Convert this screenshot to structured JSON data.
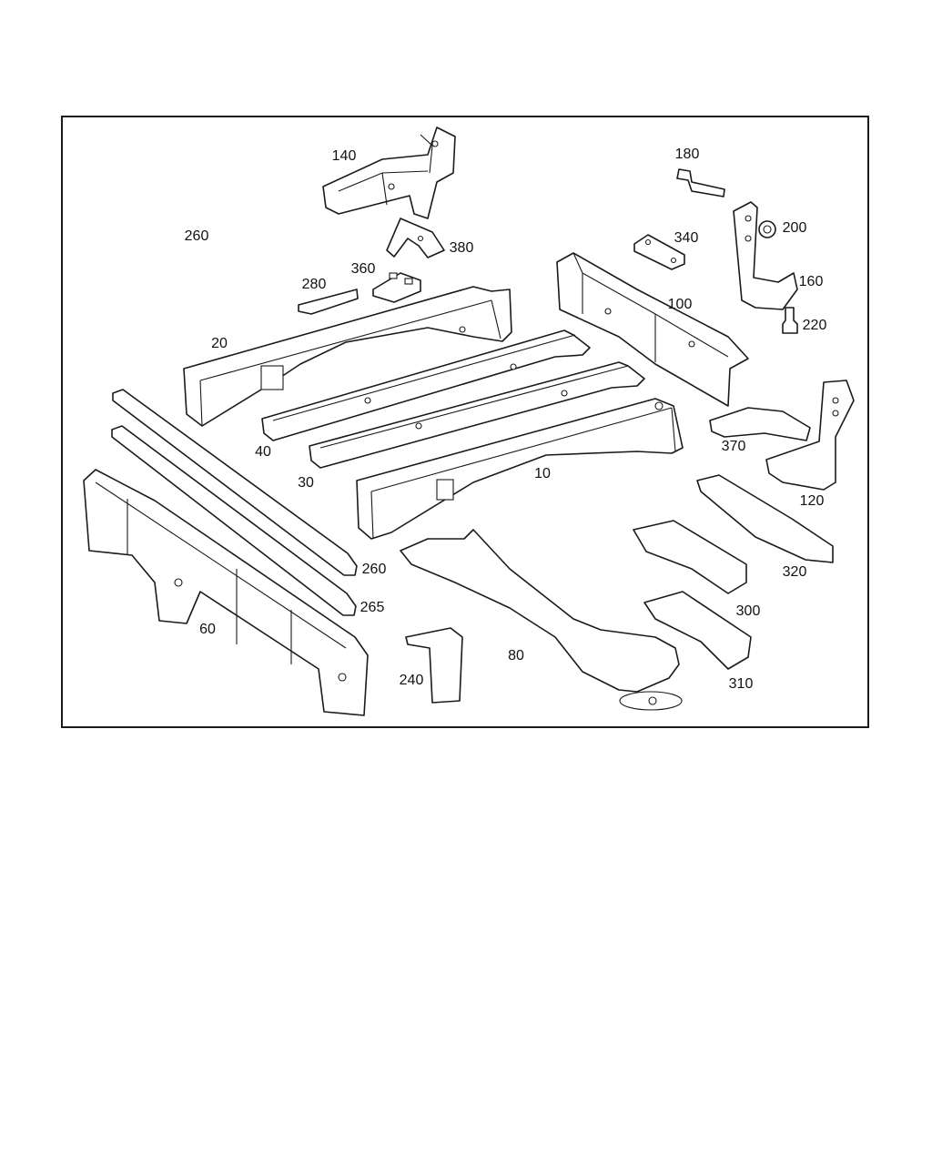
{
  "diagram": {
    "callouts": [
      {
        "id": "140",
        "text": "140"
      },
      {
        "id": "180",
        "text": "180"
      },
      {
        "id": "260a",
        "text": "260"
      },
      {
        "id": "200",
        "text": "200"
      },
      {
        "id": "380",
        "text": "380"
      },
      {
        "id": "340",
        "text": "340"
      },
      {
        "id": "360",
        "text": "360"
      },
      {
        "id": "160",
        "text": "160"
      },
      {
        "id": "280",
        "text": "280"
      },
      {
        "id": "100",
        "text": "100"
      },
      {
        "id": "220",
        "text": "220"
      },
      {
        "id": "20",
        "text": "20"
      },
      {
        "id": "370",
        "text": "370"
      },
      {
        "id": "40",
        "text": "40"
      },
      {
        "id": "30",
        "text": "30"
      },
      {
        "id": "10",
        "text": "10"
      },
      {
        "id": "120",
        "text": "120"
      },
      {
        "id": "320",
        "text": "320"
      },
      {
        "id": "260b",
        "text": "260"
      },
      {
        "id": "265",
        "text": "265"
      },
      {
        "id": "300",
        "text": "300"
      },
      {
        "id": "60",
        "text": "60"
      },
      {
        "id": "80",
        "text": "80"
      },
      {
        "id": "240",
        "text": "240"
      },
      {
        "id": "310",
        "text": "310"
      }
    ]
  }
}
